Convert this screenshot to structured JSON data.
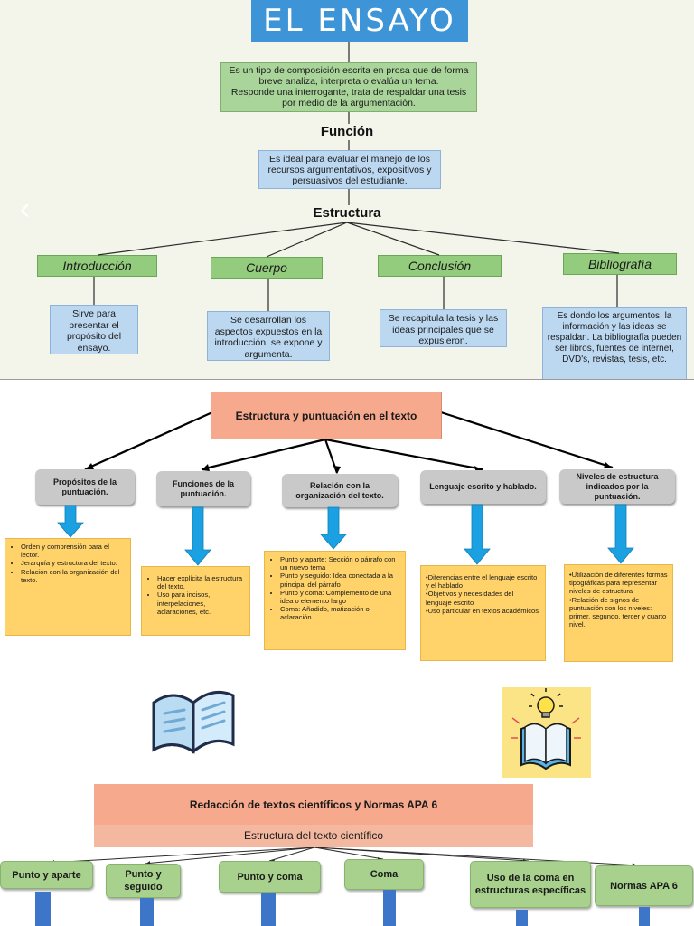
{
  "ensayo": {
    "title": "EL ENSAYO",
    "definition_line1": "Es un tipo de composición escrita en prosa que de forma breve analiza, interpreta o evalúa un tema.",
    "definition_line2": "Responde una interrogante, trata de respaldar una tesis por medio de la argumentación.",
    "funcion_label": "Función",
    "funcion_text": "Es ideal para evaluar el manejo de los recursos argumentativos, expositivos y persuasivos del estudiante.",
    "estructura_label": "Estructura",
    "parts": [
      {
        "label": "Introducción",
        "desc": "Sirve para presentar el propósito del ensayo."
      },
      {
        "label": "Cuerpo",
        "desc": "Se desarrollan los aspectos expuestos en la introducción, se expone y argumenta."
      },
      {
        "label": "Conclusión",
        "desc": "Se recapitula la tesis y las ideas principales que se expusieron."
      },
      {
        "label": "Bibliografía",
        "desc": "Es dondo los argumentos, la información y las ideas se respaldan. La bibliografía pueden ser libros, fuentes de internet, DVD's, revistas, tesis, etc."
      }
    ],
    "nav_prev": "‹"
  },
  "puntuacion": {
    "title": "Estructura y puntuación en el texto",
    "branches": [
      {
        "label": "Propósitos de la puntuación.",
        "items": [
          "Orden y comprensión para el lector.",
          "Jerarquía y estructura del texto.",
          "Relación con la organización del texto."
        ]
      },
      {
        "label": "Funciones de la puntuación.",
        "items": [
          "Hacer explícita la estructura del texto.",
          "Uso para incisos, interpelaciones, aclaraciones, etc."
        ]
      },
      {
        "label": "Relación con la organización del texto.",
        "items": [
          "Punto y aparte: Sección o párrafo con un nuevo tema",
          "Punto y seguido: Idea conectada a la principal del párrafo",
          "Punto y coma: Complemento de una idea o elemento largo",
          "Coma: Añadido, matización o aclaración"
        ]
      },
      {
        "label": "Lenguaje escrito y hablado.",
        "text": "•Diferencias entre el lenguaje escrito y el hablado\n•Objetivos y necesidades del lenguaje escrito\n•Uso particular en textos académicos"
      },
      {
        "label": "Niveles de estructura indicados por la puntuación.",
        "text": "•Utilización de diferentes formas tipográficas para representar niveles de estructura\n•Relación de signos de puntuación con los niveles: primer, segundo, tercer y cuarto nivel."
      }
    ],
    "colors": {
      "title_bg": "#f7a98d",
      "node_bg": "#c9c9c9",
      "detail_bg": "#ffd36a",
      "arrow": "#1ba1e2"
    }
  },
  "icons": {
    "left": "open-book-icon",
    "right": "reading-lightbulb-icon"
  },
  "apa": {
    "title": "Redacción de textos científicos y Normas APA 6",
    "subtitle": "Estructura del texto científico",
    "nodes": [
      "Punto y aparte",
      "Punto y seguido",
      "Punto y coma",
      "Coma",
      "Uso de la coma en estructuras específicas",
      "Normas APA 6"
    ]
  }
}
